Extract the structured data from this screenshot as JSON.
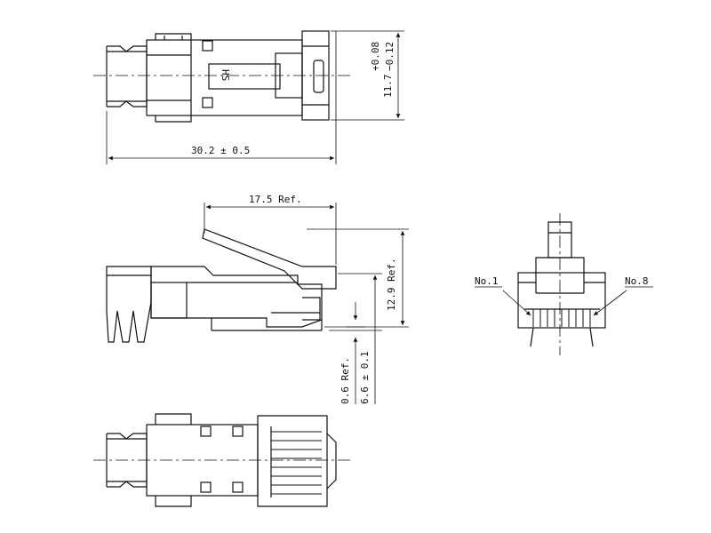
{
  "views": {
    "top": {
      "dimension_length": "30.2 ± 0.5",
      "dimension_height_base": "11.7",
      "tolerance_plus": "+0.08",
      "tolerance_minus": "−0.12",
      "marking": "HS"
    },
    "side": {
      "dimension_ref_length": "17.5 Ref.",
      "dimension_ref_height": "12.9 Ref.",
      "dimension_gap": "0.6 Ref.",
      "dimension_body": "6.6 ± 0.1"
    },
    "front": {
      "pin_first_label": "No.1",
      "pin_last_label": "No.8"
    }
  }
}
